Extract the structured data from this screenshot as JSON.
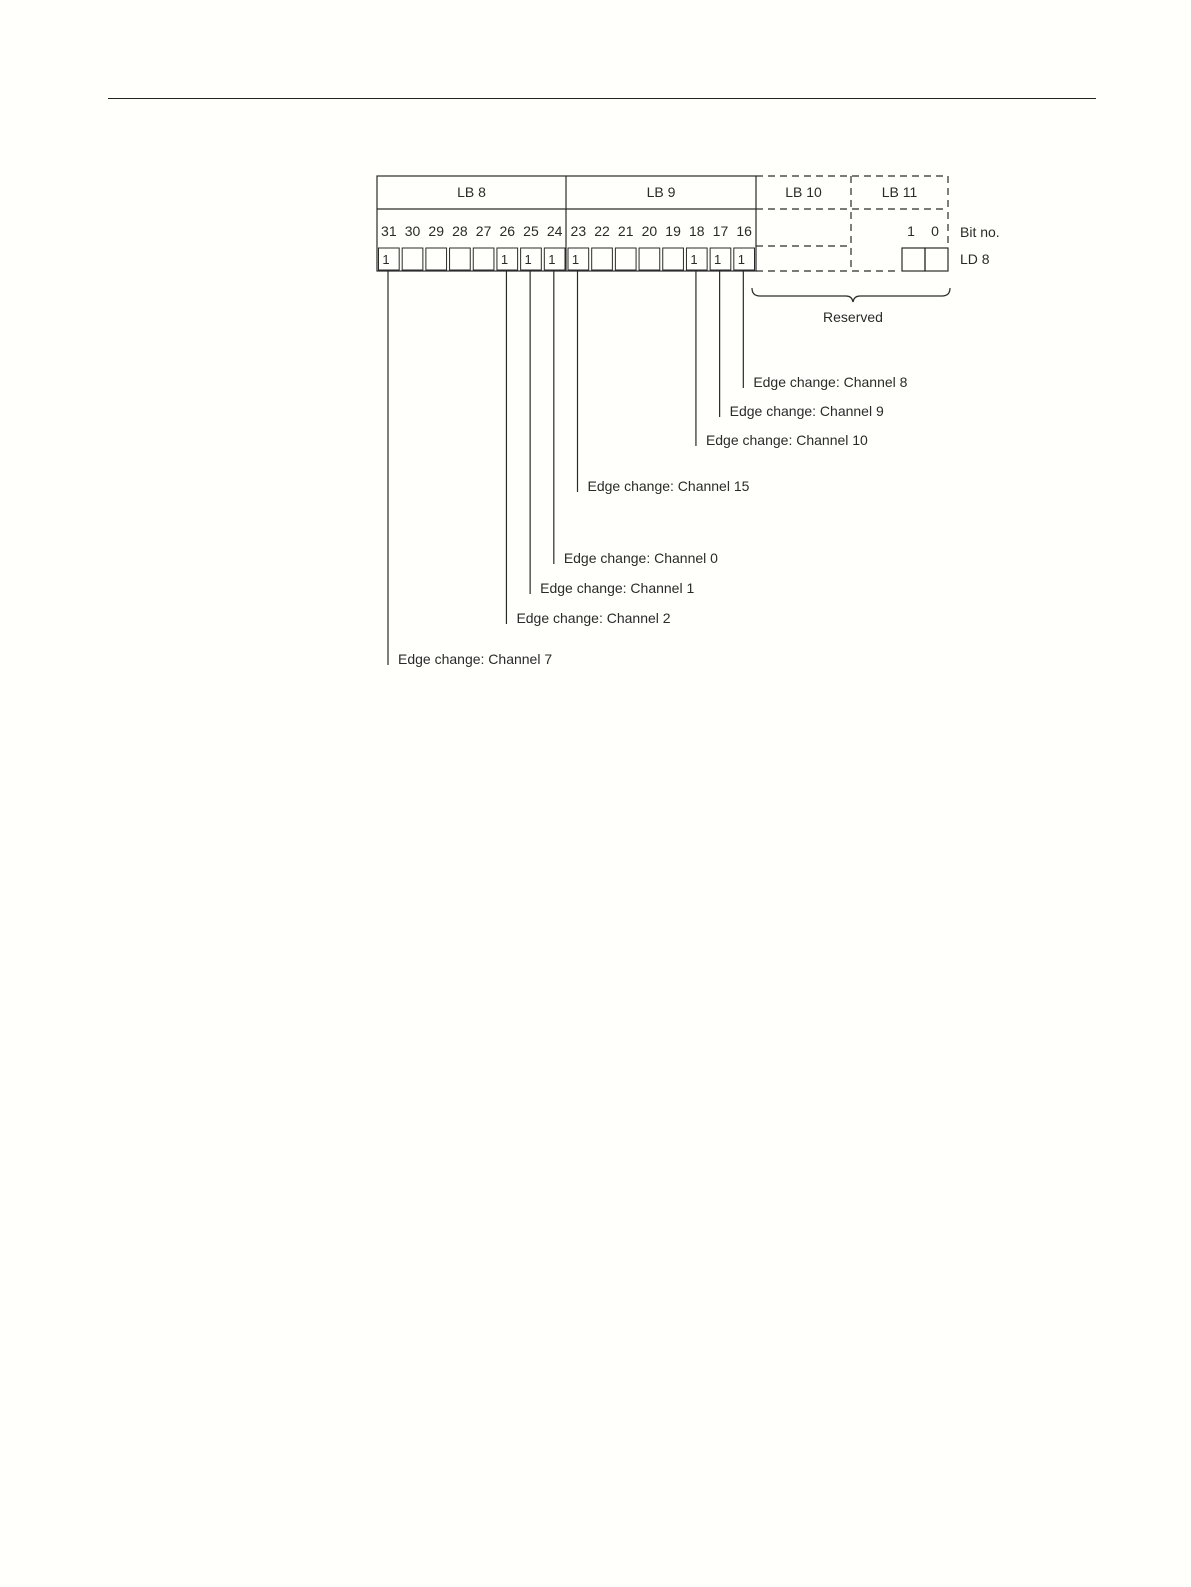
{
  "bytes": [
    {
      "label": "LB 8",
      "reserved": false
    },
    {
      "label": "LB 9",
      "reserved": false
    },
    {
      "label": "LB 10",
      "reserved": true
    },
    {
      "label": "LB 11",
      "reserved": true
    }
  ],
  "bit_numbers": [
    "31",
    "30",
    "29",
    "28",
    "27",
    "26",
    "25",
    "24",
    "23",
    "22",
    "21",
    "20",
    "19",
    "18",
    "17",
    "16"
  ],
  "bit_values": [
    "1",
    "",
    "",
    "",
    "",
    "1",
    "1",
    "1",
    "1",
    "",
    "",
    "",
    "",
    "1",
    "1",
    "1"
  ],
  "lb11_bit_numbers": [
    "1",
    "0"
  ],
  "row_labels": {
    "bit_no": "Bit no.",
    "dword": "LD 8"
  },
  "reserved_label": "Reserved",
  "callouts": [
    {
      "bit": "16",
      "text": "Edge change: Channel 8"
    },
    {
      "bit": "17",
      "text": "Edge change: Channel 9"
    },
    {
      "bit": "18",
      "text": "Edge change: Channel 10"
    },
    {
      "bit": "23",
      "text": "Edge change: Channel 15"
    },
    {
      "bit": "24",
      "text": "Edge change: Channel 0"
    },
    {
      "bit": "25",
      "text": "Edge change: Channel 1"
    },
    {
      "bit": "26",
      "text": "Edge change: Channel 2"
    },
    {
      "bit": "31",
      "text": "Edge change: Channel 7"
    }
  ]
}
